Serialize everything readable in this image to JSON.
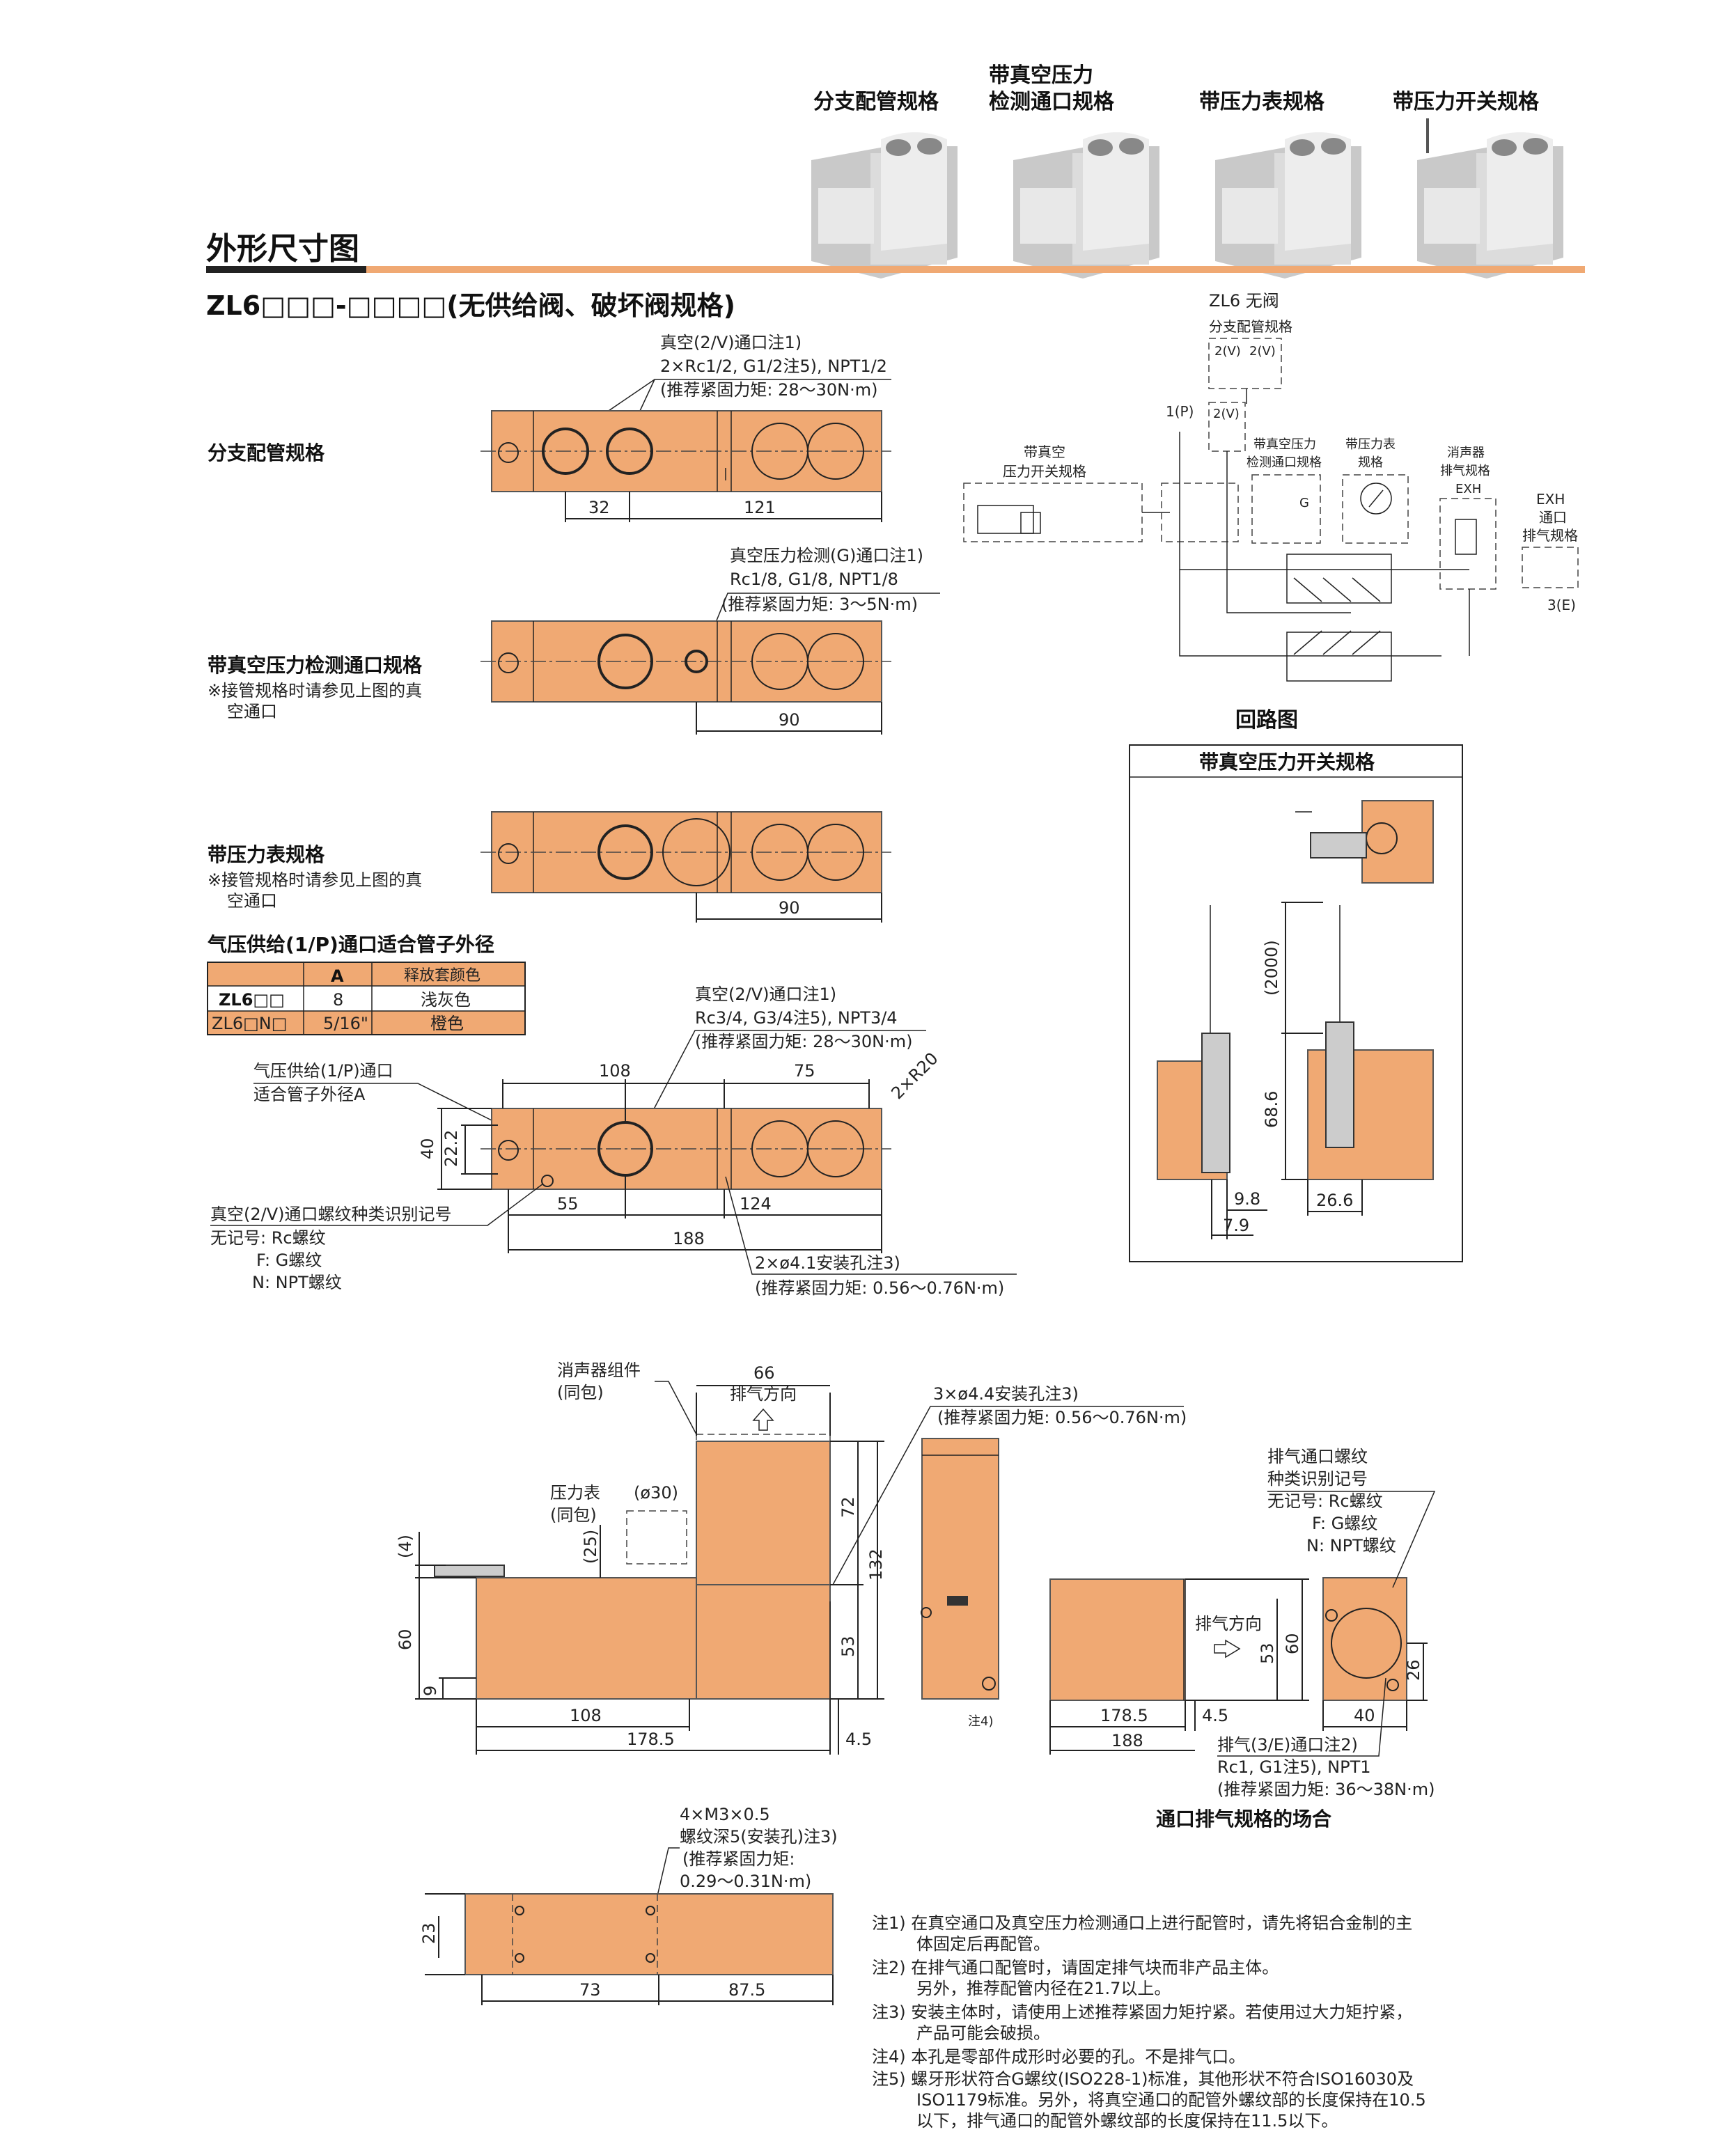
{
  "header": {
    "photo_labels": [
      "分支配管规格",
      "带真空压力\n检测通口规格",
      "带压力表规格",
      "带压力开关规格"
    ],
    "section_title": "外形尺寸图",
    "model_title": "ZL6□□□-□□□□(无供给阀、破坏阀规格)"
  },
  "views": {
    "branch": {
      "label": "分支配管规格",
      "callout": [
        "真空(2/V)通口注1)",
        "2×Rc1/2, G1/2注5), NPT1/2",
        "(推荐紧固力矩: 28～30N·m)"
      ],
      "dims": [
        "32",
        "121"
      ]
    },
    "vacuum_port": {
      "label": "带真空压力检测通口规格",
      "note": [
        "※接管规格时请参见上图的真",
        "空通口"
      ],
      "callout": [
        "真空压力检测(G)通口注1)",
        "Rc1/8, G1/8, NPT1/8",
        "(推荐紧固力矩: 3～5N·m)"
      ],
      "dims": [
        "90"
      ]
    },
    "gauge": {
      "label": "带压力表规格",
      "note": [
        "※接管规格时请参见上图的真",
        "空通口"
      ],
      "dims": [
        "90"
      ]
    }
  },
  "tube_table": {
    "title": "气压供给(1/P)通口适合管子外径",
    "headers": [
      "",
      "A",
      "释放套颜色"
    ],
    "rows": [
      [
        "ZL6□□",
        "8",
        "浅灰色"
      ],
      [
        "ZL6□N□",
        "5/16\"",
        "橙色"
      ]
    ]
  },
  "main_view": {
    "callout_vacuum": [
      "真空(2/V)通口注1)",
      "Rc3/4, G3/4注5), NPT3/4",
      "(推荐紧固力矩: 28～30N·m)"
    ],
    "callout_supply": [
      "气压供给(1/P)通口",
      "适合管子外径A"
    ],
    "callout_thread": [
      "真空(2/V)通口螺纹种类识别记号",
      "无记号: Rc螺纹",
      "F: G螺纹",
      "N: NPT螺纹"
    ],
    "callout_mount": [
      "2×ø4.1安装孔注3)",
      "(推荐紧固力矩: 0.56～0.76N·m)"
    ],
    "dims": [
      "108",
      "75",
      "2×R20",
      "40",
      "22.2",
      "55",
      "124",
      "188"
    ]
  },
  "circuit": {
    "title": "ZL6 无阀",
    "branch_label": "分支配管规格",
    "labels": [
      "2(V)",
      "2(V)",
      "1(P)",
      "2(V)",
      "带真空\n压力开关规格",
      "带真空压力\n检测通口规格",
      "带压力表\n规格",
      "消声器\n排气规格\nEXH",
      "EXH\n通口\n排气规格",
      "3(E)",
      "G"
    ],
    "caption": "回路图"
  },
  "switch_box": {
    "title": "带真空压力开关规格",
    "dims": [
      "(2000)",
      "68.6",
      "9.8",
      "7.9",
      "26.6"
    ]
  },
  "bottom": {
    "silencer": [
      "消声器组件",
      "(同包)"
    ],
    "exhaust_dir": "排气方向",
    "gauge": [
      "压力表",
      "(同包)"
    ],
    "gauge_dia": "(ø30)",
    "mount_holes": [
      "3×ø4.4安装孔注3)",
      "(推荐紧固力矩: 0.56～0.76N·m)"
    ],
    "dims_front": [
      "66",
      "72",
      "132",
      "53",
      "(25)",
      "(4)",
      "60",
      "9",
      "108",
      "178.5",
      "4.5"
    ],
    "note4": "注4)",
    "exh_thread": [
      "排气通口螺纹",
      "种类识别记号",
      "无记号: Rc螺纹",
      "F: G螺纹",
      "N: NPT螺纹"
    ],
    "exh_dir2": "排气方向",
    "dims_port": [
      "60",
      "53",
      "178.5",
      "4.5",
      "188",
      "40",
      "26"
    ],
    "exh_port": [
      "排气(3/E)通口注2)",
      "Rc1, G1注5), NPT1",
      "(推荐紧固力矩: 36～38N·m)"
    ],
    "port_caption": "通口排气规格的场合",
    "bottom_callout": [
      "4×M3×0.5",
      "螺纹深5(安装孔)注3)",
      "(推荐紧固力矩:",
      "0.29～0.31N·m)"
    ],
    "dims_bottom": [
      "23",
      "73",
      "87.5"
    ]
  },
  "notes": [
    "注1) 在真空通口及真空压力检测通口上进行配管时，请先将铝合金制的主",
    "体固定后再配管。",
    "注2) 在排气通口配管时，请固定排气块而非产品主体。",
    "另外，推荐配管内径在21.7以上。",
    "注3) 安装主体时，请使用上述推荐紧固力矩拧紧。若使用过大力矩拧紧，",
    "产品可能会破损。",
    "注4) 本孔是零部件成形时必要的孔。不是排气口。",
    "注5) 螺牙形状符合G螺纹(ISO228-1)标准，其他形状不符合ISO16030及",
    "ISO1179标准。另外，将真空通口的配管外螺纹部的长度保持在10.5",
    "以下，排气通口的配管外螺纹部的长度保持在11.5以下。"
  ],
  "colors": {
    "body": "#f0a973",
    "rule": "#f0a973"
  }
}
